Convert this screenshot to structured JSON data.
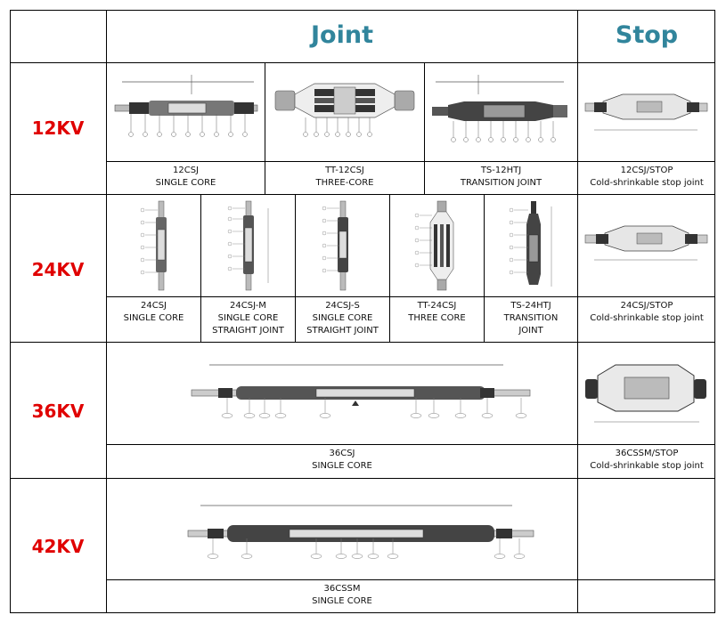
{
  "headers": {
    "joint": "Joint",
    "stop": "Stop"
  },
  "rows": [
    {
      "voltage": "12KV",
      "joints": [
        {
          "line1": "12CSJ",
          "line2": "SINGLE CORE"
        },
        {
          "line1": "TT-12CSJ",
          "line2": "THREE-CORE"
        },
        {
          "line1": "TS-12HTJ",
          "line2": "TRANSITION JOINT"
        }
      ],
      "stop": {
        "line1": "12CSJ/STOP",
        "line2": "Cold-shrinkable stop joint"
      }
    },
    {
      "voltage": "24KV",
      "joints": [
        {
          "line1": "24CSJ",
          "line2": "SINGLE CORE",
          "line3": ""
        },
        {
          "line1": "24CSJ-M",
          "line2": "SINGLE CORE",
          "line3": "STRAIGHT JOINT"
        },
        {
          "line1": "24CSJ-S",
          "line2": "SINGLE CORE",
          "line3": "STRAIGHT JOINT"
        },
        {
          "line1": "TT-24CSJ",
          "line2": "THREE CORE",
          "line3": ""
        },
        {
          "line1": "TS-24HTJ",
          "line2": "TRANSITION",
          "line3": "JOINT"
        }
      ],
      "stop": {
        "line1": "24CSJ/STOP",
        "line2": "Cold-shrinkable stop joint"
      }
    },
    {
      "voltage": "36KV",
      "joints": [
        {
          "line1": "36CSJ",
          "line2": "SINGLE CORE"
        }
      ],
      "stop": {
        "line1": "36CSSM/STOP",
        "line2": "Cold-shrinkable stop joint"
      }
    },
    {
      "voltage": "42KV",
      "joints": [
        {
          "line1": "36CSSM",
          "line2": "SINGLE CORE"
        }
      ],
      "stop": {
        "line1": "",
        "line2": ""
      }
    }
  ]
}
